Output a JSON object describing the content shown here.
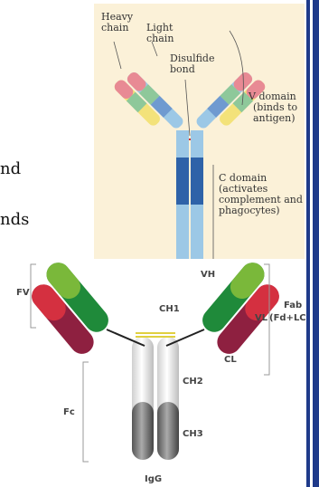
{
  "left_text": [
    "nd",
    "nds"
  ],
  "top_diagram": {
    "labels": {
      "heavy_chain": [
        "Heavy",
        "chain"
      ],
      "light_chain": [
        "Light",
        "chain"
      ],
      "disulfide": [
        "Disulfide",
        "bond"
      ],
      "v_domain": [
        "V domain",
        "(binds to",
        "antigen)"
      ],
      "c_domain": [
        "C domain",
        "(activates",
        "complement and",
        "phagocytes)"
      ]
    }
  },
  "bottom_diagram": {
    "labels": {
      "fv": "FV",
      "vh": "VH",
      "ch1": "CH1",
      "fab": [
        "Fab",
        "(Fd+LC"
      ],
      "vl": "VL",
      "cl": "CL",
      "ch2": "CH2",
      "fc": "Fc",
      "ch3": "CH3",
      "igg": "IgG"
    }
  },
  "colors": {
    "background_top": "#fbf1d8",
    "light_yellow": "#f3e27a",
    "pink": "#e88a94",
    "green_seg": "#8ec89a",
    "blue_mid": "#6f9ad0",
    "light_blue": "#9cc8e6",
    "dark_blue": "#2e62a8",
    "frame_blue": "#1f3a8a"
  }
}
